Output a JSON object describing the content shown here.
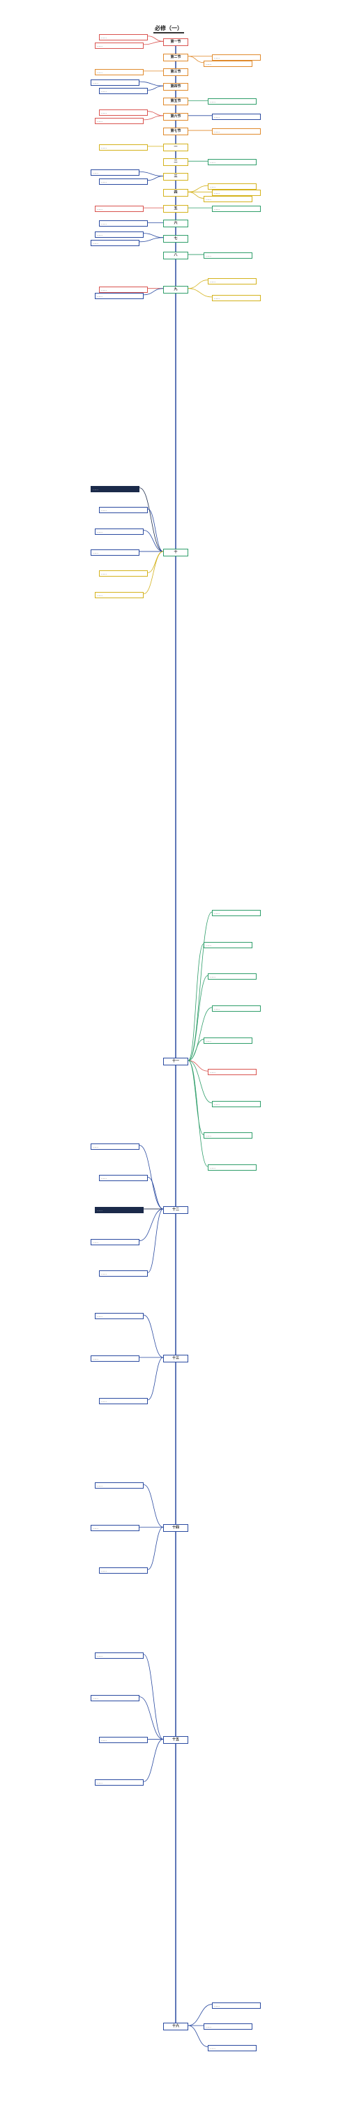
{
  "root": {
    "title": "必修（一）"
  },
  "colors": {
    "red": "#d9534f",
    "orange": "#e08a2c",
    "gold": "#d4b21c",
    "green": "#2f9e6a",
    "blue": "#2a4aa0",
    "navy": "#1b2a4a",
    "grey": "#8a8a8a"
  },
  "trunk": [
    {
      "label": "第一节",
      "y": 0.0195,
      "color": "red"
    },
    {
      "label": "第二节",
      "y": 0.0265,
      "color": "orange"
    },
    {
      "label": "第三节",
      "y": 0.0335,
      "color": "orange"
    },
    {
      "label": "第四节",
      "y": 0.0405,
      "color": "orange"
    },
    {
      "label": "第五节",
      "y": 0.0475,
      "color": "orange"
    },
    {
      "label": "第六节",
      "y": 0.0545,
      "color": "orange"
    },
    {
      "label": "第七节",
      "y": 0.0615,
      "color": "orange"
    },
    {
      "label": "一",
      "y": 0.069,
      "color": "gold"
    },
    {
      "label": "二",
      "y": 0.076,
      "color": "gold"
    },
    {
      "label": "三",
      "y": 0.083,
      "color": "gold"
    },
    {
      "label": "四",
      "y": 0.0905,
      "color": "gold"
    },
    {
      "label": "五",
      "y": 0.098,
      "color": "gold"
    },
    {
      "label": "六",
      "y": 0.105,
      "color": "green"
    },
    {
      "label": "七",
      "y": 0.112,
      "color": "green"
    },
    {
      "label": "八",
      "y": 0.12,
      "color": "green"
    },
    {
      "label": "九",
      "y": 0.136,
      "color": "green"
    },
    {
      "label": "十",
      "y": 0.26,
      "color": "green"
    },
    {
      "label": "十一",
      "y": 0.5,
      "color": "blue"
    },
    {
      "label": "十二",
      "y": 0.57,
      "color": "blue"
    },
    {
      "label": "十三",
      "y": 0.64,
      "color": "blue"
    },
    {
      "label": "十四",
      "y": 0.72,
      "color": "blue"
    },
    {
      "label": "十五",
      "y": 0.82,
      "color": "blue"
    },
    {
      "label": "十六",
      "y": 0.955,
      "color": "blue"
    }
  ],
  "side_nodes": [
    {
      "label": "……",
      "side": "left",
      "trunk_index": 0,
      "dy": -0.0025,
      "color": "red"
    },
    {
      "label": "……",
      "side": "left",
      "trunk_index": 0,
      "dy": 0.0015,
      "color": "red"
    },
    {
      "label": "……",
      "side": "right",
      "trunk_index": 1,
      "dy": 0,
      "color": "orange"
    },
    {
      "label": "……",
      "side": "right",
      "trunk_index": 1,
      "dy": 0.003,
      "color": "orange"
    },
    {
      "label": "……",
      "side": "left",
      "trunk_index": 2,
      "dy": 0,
      "color": "orange"
    },
    {
      "label": "……",
      "side": "left",
      "trunk_index": 3,
      "dy": -0.002,
      "color": "blue"
    },
    {
      "label": "……",
      "side": "left",
      "trunk_index": 3,
      "dy": 0.002,
      "color": "blue"
    },
    {
      "label": "……",
      "side": "right",
      "trunk_index": 4,
      "dy": 0,
      "color": "green"
    },
    {
      "label": "……",
      "side": "right",
      "trunk_index": 5,
      "dy": 0,
      "color": "blue"
    },
    {
      "label": "……",
      "side": "left",
      "trunk_index": 5,
      "dy": -0.002,
      "color": "red"
    },
    {
      "label": "……",
      "side": "left",
      "trunk_index": 5,
      "dy": 0.002,
      "color": "red"
    },
    {
      "label": "……",
      "side": "right",
      "trunk_index": 6,
      "dy": 0,
      "color": "orange"
    },
    {
      "label": "……",
      "side": "left",
      "trunk_index": 7,
      "dy": 0,
      "color": "gold"
    },
    {
      "label": "……",
      "side": "right",
      "trunk_index": 8,
      "dy": 0,
      "color": "green"
    },
    {
      "label": "……",
      "side": "left",
      "trunk_index": 9,
      "dy": -0.002,
      "color": "blue"
    },
    {
      "label": "……",
      "side": "left",
      "trunk_index": 9,
      "dy": 0.002,
      "color": "blue"
    },
    {
      "label": "……",
      "side": "right",
      "trunk_index": 10,
      "dy": -0.003,
      "color": "gold"
    },
    {
      "label": "……",
      "side": "right",
      "trunk_index": 10,
      "dy": 0,
      "color": "gold"
    },
    {
      "label": "……",
      "side": "right",
      "trunk_index": 10,
      "dy": 0.003,
      "color": "gold"
    },
    {
      "label": "……",
      "side": "left",
      "trunk_index": 11,
      "dy": 0,
      "color": "red"
    },
    {
      "label": "……",
      "side": "right",
      "trunk_index": 11,
      "dy": 0,
      "color": "green"
    },
    {
      "label": "……",
      "side": "left",
      "trunk_index": 12,
      "dy": 0,
      "color": "blue"
    },
    {
      "label": "……",
      "side": "left",
      "trunk_index": 13,
      "dy": -0.002,
      "color": "blue"
    },
    {
      "label": "……",
      "side": "left",
      "trunk_index": 13,
      "dy": 0.002,
      "color": "blue"
    },
    {
      "label": "……",
      "side": "right",
      "trunk_index": 14,
      "dy": 0,
      "color": "green"
    },
    {
      "label": "……",
      "side": "right",
      "trunk_index": 15,
      "dy": -0.004,
      "color": "gold"
    },
    {
      "label": "……",
      "side": "right",
      "trunk_index": 15,
      "dy": 0.004,
      "color": "gold"
    },
    {
      "label": "……",
      "side": "left",
      "trunk_index": 15,
      "dy": 0,
      "color": "red"
    },
    {
      "label": "……",
      "side": "left",
      "trunk_index": 15,
      "dy": 0.003,
      "color": "blue"
    },
    {
      "label": "……",
      "side": "left",
      "trunk_index": 16,
      "dy": -0.03,
      "color": "navy"
    },
    {
      "label": "……",
      "side": "left",
      "trunk_index": 16,
      "dy": -0.02,
      "color": "blue"
    },
    {
      "label": "……",
      "side": "left",
      "trunk_index": 16,
      "dy": -0.01,
      "color": "blue"
    },
    {
      "label": "……",
      "side": "left",
      "trunk_index": 16,
      "dy": 0,
      "color": "blue"
    },
    {
      "label": "……",
      "side": "left",
      "trunk_index": 16,
      "dy": 0.01,
      "color": "gold"
    },
    {
      "label": "……",
      "side": "left",
      "trunk_index": 16,
      "dy": 0.02,
      "color": "gold"
    },
    {
      "label": "……",
      "side": "right",
      "trunk_index": 17,
      "dy": -0.07,
      "color": "green"
    },
    {
      "label": "……",
      "side": "right",
      "trunk_index": 17,
      "dy": -0.055,
      "color": "green"
    },
    {
      "label": "……",
      "side": "right",
      "trunk_index": 17,
      "dy": -0.04,
      "color": "green"
    },
    {
      "label": "……",
      "side": "right",
      "trunk_index": 17,
      "dy": -0.025,
      "color": "green"
    },
    {
      "label": "……",
      "side": "right",
      "trunk_index": 17,
      "dy": -0.01,
      "color": "green"
    },
    {
      "label": "……",
      "side": "right",
      "trunk_index": 17,
      "dy": 0.005,
      "color": "red"
    },
    {
      "label": "……",
      "side": "right",
      "trunk_index": 17,
      "dy": 0.02,
      "color": "green"
    },
    {
      "label": "……",
      "side": "right",
      "trunk_index": 17,
      "dy": 0.035,
      "color": "green"
    },
    {
      "label": "……",
      "side": "right",
      "trunk_index": 17,
      "dy": 0.05,
      "color": "green"
    },
    {
      "label": "……",
      "side": "left",
      "trunk_index": 18,
      "dy": -0.03,
      "color": "blue"
    },
    {
      "label": "……",
      "side": "left",
      "trunk_index": 18,
      "dy": -0.015,
      "color": "blue"
    },
    {
      "label": "……",
      "side": "left",
      "trunk_index": 18,
      "dy": 0,
      "color": "navy"
    },
    {
      "label": "……",
      "side": "left",
      "trunk_index": 18,
      "dy": 0.015,
      "color": "blue"
    },
    {
      "label": "……",
      "side": "left",
      "trunk_index": 18,
      "dy": 0.03,
      "color": "blue"
    },
    {
      "label": "……",
      "side": "left",
      "trunk_index": 19,
      "dy": -0.02,
      "color": "blue"
    },
    {
      "label": "……",
      "side": "left",
      "trunk_index": 19,
      "dy": 0,
      "color": "blue"
    },
    {
      "label": "……",
      "side": "left",
      "trunk_index": 19,
      "dy": 0.02,
      "color": "blue"
    },
    {
      "label": "……",
      "side": "left",
      "trunk_index": 20,
      "dy": -0.02,
      "color": "blue"
    },
    {
      "label": "……",
      "side": "left",
      "trunk_index": 20,
      "dy": 0,
      "color": "blue"
    },
    {
      "label": "……",
      "side": "left",
      "trunk_index": 20,
      "dy": 0.02,
      "color": "blue"
    },
    {
      "label": "……",
      "side": "left",
      "trunk_index": 21,
      "dy": -0.04,
      "color": "blue"
    },
    {
      "label": "……",
      "side": "left",
      "trunk_index": 21,
      "dy": -0.02,
      "color": "blue"
    },
    {
      "label": "……",
      "side": "left",
      "trunk_index": 21,
      "dy": 0,
      "color": "blue"
    },
    {
      "label": "……",
      "side": "left",
      "trunk_index": 21,
      "dy": 0.02,
      "color": "blue"
    },
    {
      "label": "……",
      "side": "right",
      "trunk_index": 22,
      "dy": -0.01,
      "color": "blue"
    },
    {
      "label": "……",
      "side": "right",
      "trunk_index": 22,
      "dy": 0,
      "color": "blue"
    },
    {
      "label": "……",
      "side": "right",
      "trunk_index": 22,
      "dy": 0.01,
      "color": "blue"
    }
  ]
}
